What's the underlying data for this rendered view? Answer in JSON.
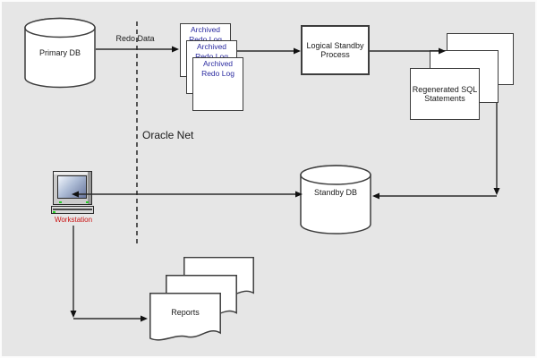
{
  "canvas": {
    "background": "#E6E6E6",
    "line_color": "#2B2B2B",
    "shape_border_color": "#3D3D3D",
    "shape_fill": "#FFFFFF"
  },
  "labels": {
    "primary_db": "Primary DB",
    "redo_data": "Redo Data",
    "oracle_net": "Oracle Net",
    "archived_redo_log": "Archived\nRedo Log",
    "logical_standby_process": "Logical Standby\nProcess",
    "regenerated_sql": "Regenerated SQL\nStatements",
    "standby_db": "Standby DB",
    "workstation": "Workstation",
    "reports": "Reports"
  },
  "colors": {
    "archived_log_text": "#2A2AA0",
    "workstation_text": "#C91414",
    "led_green": "#27CC27"
  }
}
